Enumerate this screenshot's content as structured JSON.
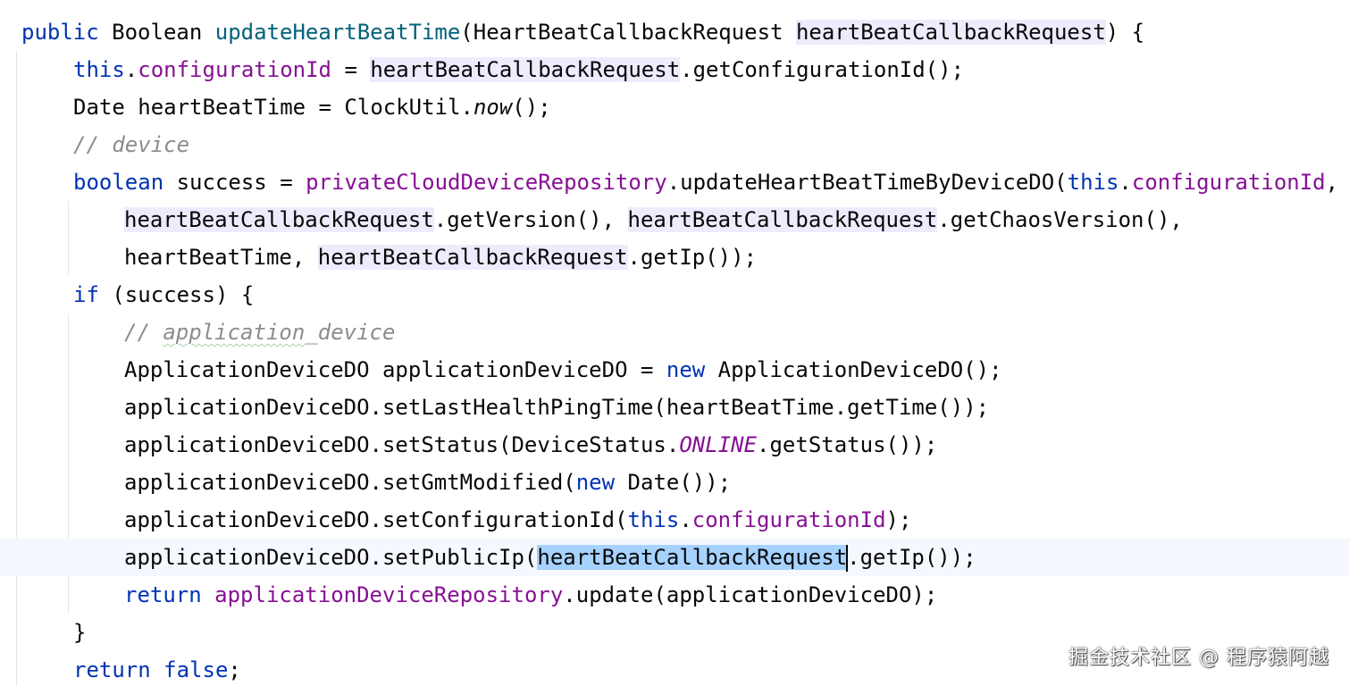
{
  "lines": [
    {
      "id": 0,
      "segments": [
        "public",
        " Boolean ",
        "updateHeartBeatTime",
        "(HeartBeatCallbackRequest ",
        "heartBeatCallbackRequest",
        ") {"
      ]
    },
    {
      "id": 1,
      "segments": [
        "this",
        ".",
        "configurationId",
        " = ",
        "heartBeatCallbackRequest",
        ".getConfigurationId();"
      ]
    },
    {
      "id": 2,
      "segments": [
        "Date heartBeatTime = ClockUtil.",
        "now",
        "();"
      ]
    },
    {
      "id": 3,
      "segments": [
        "// device"
      ]
    },
    {
      "id": 4,
      "segments": [
        "boolean",
        " success = ",
        "privateCloudDeviceRepository",
        ".updateHeartBeatTimeByDeviceDO(",
        "this",
        ".",
        "configurationId",
        ","
      ]
    },
    {
      "id": 5,
      "segments": [
        "heartBeatCallbackRequest",
        ".getVersion(), ",
        "heartBeatCallbackRequest",
        ".getChaosVersion(),"
      ]
    },
    {
      "id": 6,
      "segments": [
        "heartBeatTime, ",
        "heartBeatCallbackRequest",
        ".getIp());"
      ]
    },
    {
      "id": 7,
      "segments": [
        "if",
        " (success) {"
      ]
    },
    {
      "id": 8,
      "segments": [
        "// ",
        "application",
        "_device"
      ]
    },
    {
      "id": 9,
      "segments": [
        "ApplicationDeviceDO applicationDeviceDO = ",
        "new",
        " ApplicationDeviceDO();"
      ]
    },
    {
      "id": 10,
      "segments": [
        "applicationDeviceDO.setLastHealthPingTime(heartBeatTime.getTime());"
      ]
    },
    {
      "id": 11,
      "segments": [
        "applicationDeviceDO.setStatus(DeviceStatus.",
        "ONLINE",
        ".getStatus());"
      ]
    },
    {
      "id": 12,
      "segments": [
        "applicationDeviceDO.setGmtModified(",
        "new",
        " Date());"
      ]
    },
    {
      "id": 13,
      "segments": [
        "applicationDeviceDO.setConfigurationId(",
        "this",
        ".",
        "configurationId",
        ");"
      ]
    },
    {
      "id": 14,
      "segments": [
        "applicationDeviceDO.setPublicIp(",
        "heartBeatCallbackRequest",
        ".getIp());"
      ]
    },
    {
      "id": 15,
      "segments": [
        "return",
        " ",
        "applicationDeviceRepository",
        ".update(applicationDeviceDO);"
      ]
    },
    {
      "id": 16,
      "segments": [
        "}"
      ]
    },
    {
      "id": 17,
      "segments": [
        "return",
        " ",
        "false",
        ";"
      ]
    }
  ],
  "watermark": "掘金技术社区 @ 程序猿阿越",
  "colors": {
    "keyword": "#0033b3",
    "field": "#871094",
    "method_decl": "#00627a",
    "comment": "#8c8c8c",
    "usage_highlight": "#edebfc",
    "selection": "#a6d2ff",
    "current_line": "#f5f8fe"
  }
}
